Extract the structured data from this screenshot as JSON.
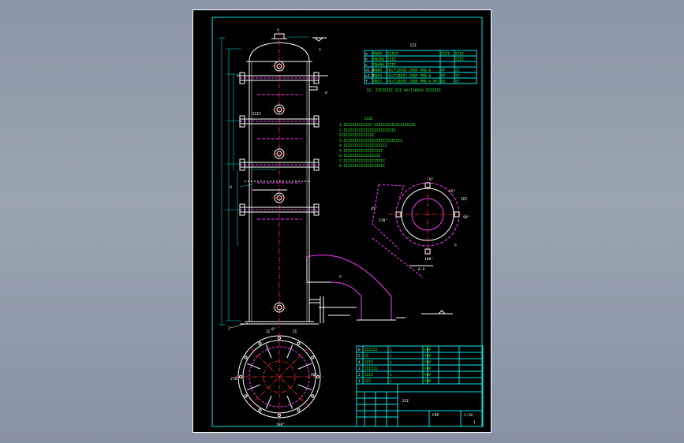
{
  "colors": {
    "background": "#8b96a6",
    "sheet": "#000000",
    "border": "#ffffff",
    "frame": "#00e5e5",
    "outline": "#ffffff",
    "centerline": "#ff2a2a",
    "pipe": "#ff3cff",
    "dimension": "#00d7d7",
    "notes": "#33ff33",
    "labels": "#ffffff"
  },
  "main_view": {
    "top_label": "a"
  },
  "nozzle_table": {
    "title": "ΣΣΣ",
    "rows": [
      [
        "a",
        "DN50",
        "ΣΣΣΣΣ",
        "ΣΣΣΣ",
        "ΣΣΣΣ"
      ],
      [
        "b",
        "DN200",
        "ΣΣΣΣ",
        "",
        "ΣΣΣΣ"
      ],
      [
        "c",
        "DN400",
        "ΣΣΣΣ",
        "",
        ""
      ],
      [
        "d1-4",
        "DN80",
        "HG/T20592-2009 PN0.6",
        "RF",
        "ΣΣ"
      ],
      [
        "e1-4",
        "DN50",
        "HG/T20592-2009 PN0.6",
        "RF",
        "ΣΣ"
      ],
      [
        "f",
        "DN25",
        "HG/T20592-2009 PN0.6 RF/S",
        "16",
        "ΣΣ"
      ]
    ],
    "footnote": "ΣΣ: ΣΣΣΣΣΣΣΣ ΣΣΣ HG/T20592 ΣΣΣΣΣΣΣ"
  },
  "tech_notes": {
    "title": "ΣΣΣΣ",
    "lines": [
      "1.ΣΣΣΣΣΣΣΣΣΣΣΣΣ ΣΣΣΣΣΣΣΣΣΣΣΣΣΣΣΣΣΣΣ",
      "2.ΣΣΣΣΣΣΣΣΣΣΣΣΣΣΣΣΣΣΣΣΣΣΣΣ",
      "ΣΣΣΣΣΣΣΣΣΣΣΣΣΣΣΣ",
      "3.ΣΣΣΣΣΣΣΣΣΣΣΣΣΣΣΣΣΣΣΣΣΣΣΣΣΣΣ",
      "4.ΣΣΣΣΣΣΣΣΣΣΣΣΣΣΣΣΣΣΣΣ",
      "5.ΣΣΣΣΣΣΣΣΣΣΣΣΣΣΣΣΣΣ",
      "6.ΣΣΣΣΣΣΣΣΣΣΣΣΣΣΣΣΣ",
      "7.ΣΣΣΣΣΣΣΣΣΣΣΣΣΣΣΣΣΣΣ",
      "8.ΣΣΣΣΣΣΣΣΣΣΣΣΣΣΣΣΣΣΣ"
    ]
  },
  "section_view": {
    "angle_labels": [
      "0°",
      "90°",
      "180°",
      "270°",
      "45°",
      "45°"
    ],
    "label": "A-A"
  },
  "elbow_view": {
    "label": "a"
  },
  "plan_view": {
    "angle_labels": [
      "0°",
      "90°",
      "180°",
      "270°"
    ]
  },
  "parts_list": {
    "rows": [
      [
        "6",
        "ΣΣΣΣΣΣ",
        "1",
        "FRP",
        "",
        ""
      ],
      [
        "5",
        "ΣΣ",
        "1",
        "FRP",
        "",
        ""
      ],
      [
        "4",
        "ΣΣΣΣ",
        "4",
        "FRP",
        "",
        ""
      ],
      [
        "3",
        "ΣΣΣΣΣΣ",
        "1",
        "FRP",
        "",
        ""
      ],
      [
        "2",
        "ΣΣΣΣ",
        "1",
        "FRP",
        "",
        ""
      ],
      [
        "1",
        "ΣΣΣ",
        "1",
        "FRP",
        "",
        ""
      ]
    ],
    "header": [
      "ΣΣ",
      "ΣΣ",
      "ΣΣ",
      "ΣΣ",
      "ΣΣ",
      "ΣΣ"
    ]
  },
  "title_block": {
    "drawing_title": "ΣΣΣ",
    "material": "FRP",
    "scale": "1:50",
    "sheet": "1"
  }
}
